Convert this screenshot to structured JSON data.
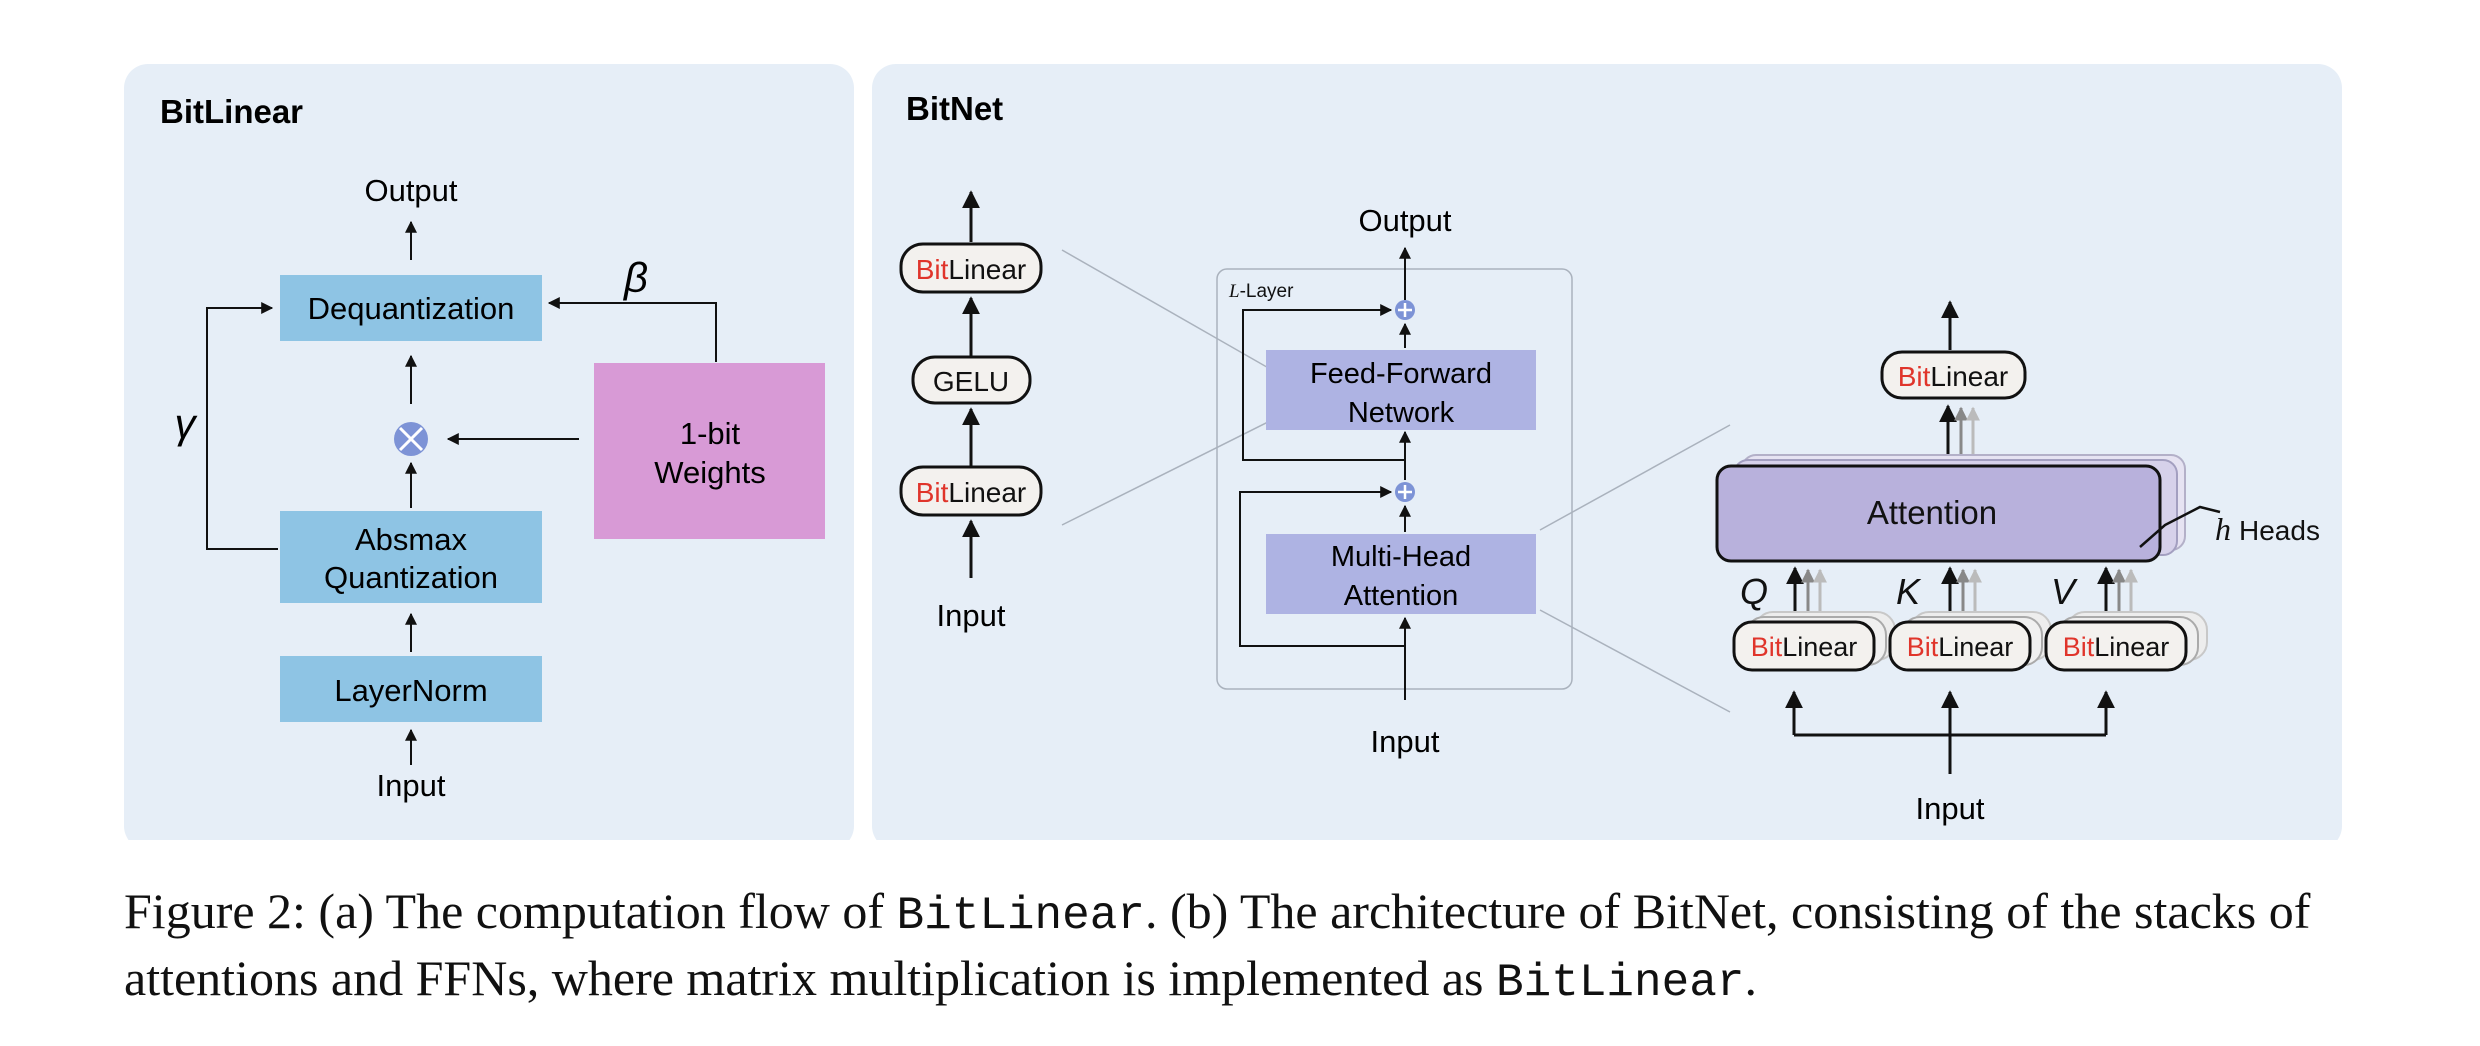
{
  "colors": {
    "panel_bg": "#e6eef7",
    "blue_box": "#8ec4e4",
    "pink_box": "#d89ad6",
    "purple_box": "#aeb3e3",
    "attention_box": "#b8b1dc",
    "pill_bg": "#f3f1ee",
    "bit_red": "#e0352b"
  },
  "bitlinear_panel": {
    "title": "BitLinear",
    "output": "Output",
    "input": "Input",
    "dequantization": "Dequantization",
    "absmax_line1": "Absmax",
    "absmax_line2": "Quantization",
    "layernorm": "LayerNorm",
    "weights_line1": "1-bit",
    "weights_line2": "Weights",
    "beta": "β",
    "gamma": "γ",
    "multiply_icon": "circle-times-icon"
  },
  "bitnet_panel": {
    "title": "BitNet",
    "ffn_stack": {
      "bit": "Bit",
      "linear": "Linear",
      "gelu": "GELU",
      "input": "Input"
    },
    "layer_block": {
      "output": "Output",
      "input": "Input",
      "layer_label_italic": "L",
      "layer_label_rest": "-Layer",
      "ffn_line1": "Feed-Forward",
      "ffn_line2": "Network",
      "mha_line1": "Multi-Head",
      "mha_line2": "Attention",
      "add_icon": "circle-plus-icon"
    },
    "attention_block": {
      "bit": "Bit",
      "linear": "Linear",
      "attention": "Attention",
      "heads_h": "h",
      "heads_word": "Heads",
      "q": "Q",
      "k": "K",
      "v": "V",
      "input": "Input"
    }
  },
  "caption": {
    "p1": "Figure 2: (a) The computation flow of ",
    "m1": "BitLinear",
    "p2": ". (b) The architecture of BitNet, consisting of the stacks of attentions and FFNs, where matrix multiplication is implemented as ",
    "m2": "BitLinear",
    "p3": "."
  }
}
